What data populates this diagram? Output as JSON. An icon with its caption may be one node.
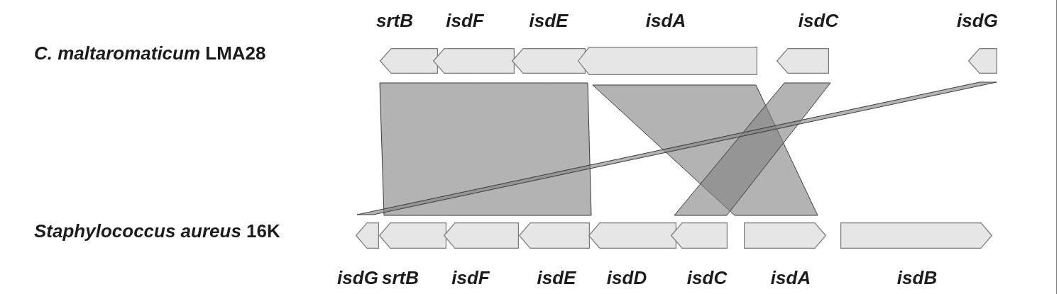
{
  "diagram": {
    "nodes": [
      {
        "text": [
          "srtB"
        ]
      },
      {
        "text": [
          "isdF"
        ]
      },
      {
        "text": [
          "isdE"
        ]
      },
      {
        "text": [
          "isdA"
        ]
      },
      {
        "text": [
          "isdC"
        ]
      },
      {
        "text": [
          "isdG"
        ]
      },
      {
        "text": [
          "isdG"
        ]
      },
      {
        "text": [
          "srtB"
        ]
      },
      {
        "text": [
          "isdF"
        ]
      },
      {
        "text": [
          "isdE"
        ]
      },
      {
        "text": [
          "isdD"
        ]
      },
      {
        "text": [
          "isdC"
        ]
      },
      {
        "text": [
          "isdA"
        ]
      },
      {
        "text": [
          "isdB"
        ]
      }
    ],
    "edges": [
      {
        "from": 0,
        "to": 7,
        "arrow": "none"
      },
      {
        "from": 1,
        "to": 8,
        "arrow": "none"
      },
      {
        "from": 2,
        "to": 9,
        "arrow": "none"
      },
      {
        "from": 3,
        "to": 12,
        "arrow": "none"
      },
      {
        "from": 4,
        "to": 11,
        "arrow": "none"
      },
      {
        "from": 5,
        "to": 6,
        "arrow": "none"
      }
    ],
    "labels": [
      "*C. maltaromaticum* LMA28",
      "*Staphylococcus aureus* 16K"
    ]
  }
}
